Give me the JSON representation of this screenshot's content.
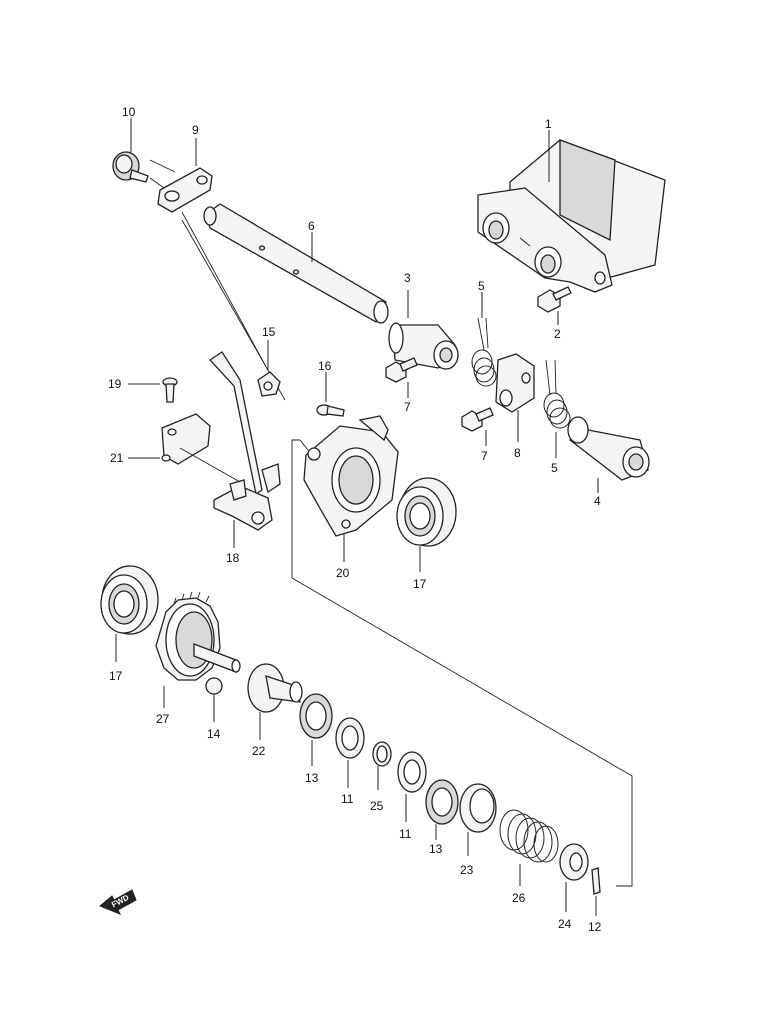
{
  "callouts": [
    {
      "id": "1",
      "text": "1"
    },
    {
      "id": "2",
      "text": "2"
    },
    {
      "id": "3",
      "text": "3"
    },
    {
      "id": "4",
      "text": "4"
    },
    {
      "id": "5a",
      "text": "5"
    },
    {
      "id": "5b",
      "text": "5"
    },
    {
      "id": "6",
      "text": "6"
    },
    {
      "id": "7a",
      "text": "7"
    },
    {
      "id": "7b",
      "text": "7"
    },
    {
      "id": "8",
      "text": "8"
    },
    {
      "id": "9",
      "text": "9"
    },
    {
      "id": "10",
      "text": "10"
    },
    {
      "id": "11a",
      "text": "11"
    },
    {
      "id": "11b",
      "text": "11"
    },
    {
      "id": "12",
      "text": "12"
    },
    {
      "id": "13a",
      "text": "13"
    },
    {
      "id": "13b",
      "text": "13"
    },
    {
      "id": "14",
      "text": "14"
    },
    {
      "id": "15",
      "text": "15"
    },
    {
      "id": "16",
      "text": "16"
    },
    {
      "id": "17a",
      "text": "17"
    },
    {
      "id": "17b",
      "text": "17"
    },
    {
      "id": "18",
      "text": "18"
    },
    {
      "id": "19",
      "text": "19"
    },
    {
      "id": "20",
      "text": "20"
    },
    {
      "id": "21",
      "text": "21"
    },
    {
      "id": "22",
      "text": "22"
    },
    {
      "id": "23",
      "text": "23"
    },
    {
      "id": "24",
      "text": "24"
    },
    {
      "id": "25",
      "text": "25"
    },
    {
      "id": "26",
      "text": "26"
    },
    {
      "id": "27",
      "text": "27"
    }
  ],
  "direction_badge": {
    "text": "FWD"
  }
}
